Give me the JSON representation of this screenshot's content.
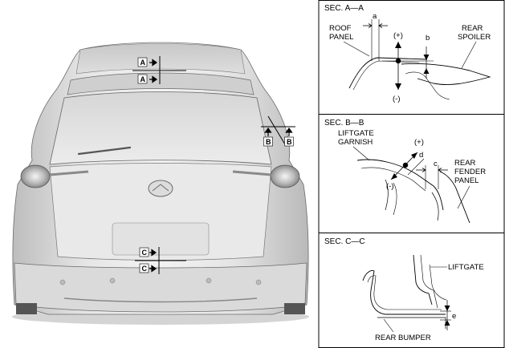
{
  "vehicle_view": {
    "markers": {
      "a_top": "A",
      "a_bottom": "A",
      "b_left": "B",
      "b_right": "B",
      "c_top": "C",
      "c_bottom": "C"
    }
  },
  "sections": {
    "a": {
      "title": "SEC. A—A",
      "labels": {
        "roof_panel_1": "ROOF",
        "roof_panel_2": "PANEL",
        "rear_spoiler_1": "REAR",
        "rear_spoiler_2": "SPOILER"
      },
      "dims": {
        "a": "a",
        "b": "b",
        "plus": "(+)",
        "minus": "(-)"
      }
    },
    "b": {
      "title": "SEC. B—B",
      "labels": {
        "garnish_1": "LIFTGATE",
        "garnish_2": "GARNISH",
        "fender_1": "REAR",
        "fender_2": "FENDER",
        "fender_3": "PANEL"
      },
      "dims": {
        "c": "c",
        "d": "d",
        "plus": "(+)",
        "minus": "(-)"
      }
    },
    "c": {
      "title": "SEC. C—C",
      "labels": {
        "liftgate": "LIFTGATE",
        "rear_bumper": "REAR BUMPER"
      },
      "dims": {
        "e": "e"
      }
    }
  }
}
